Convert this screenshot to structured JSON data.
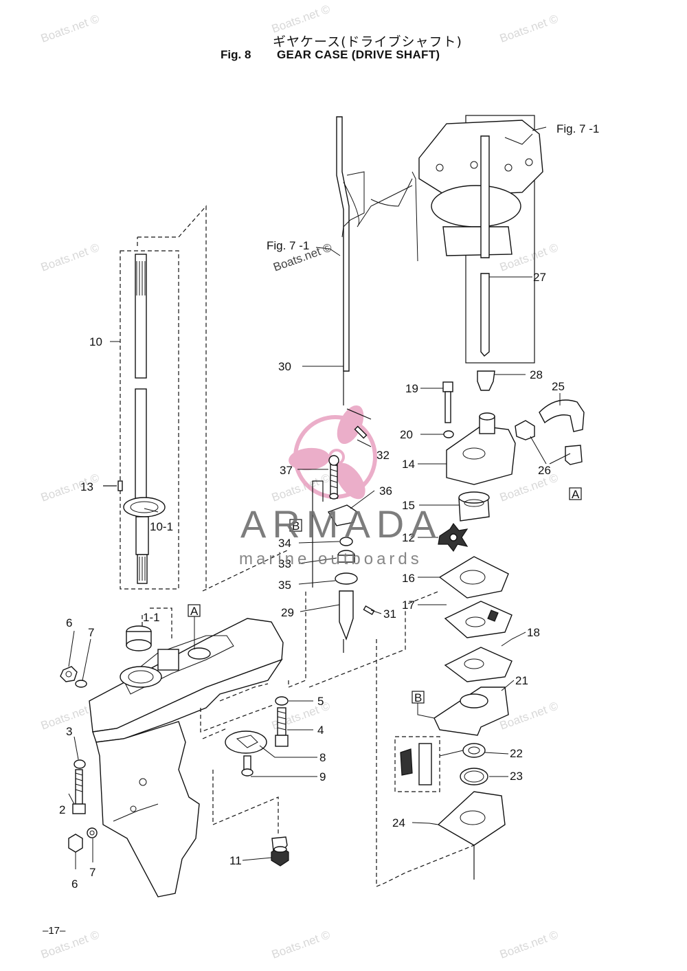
{
  "title": {
    "japanese": "ギヤケース(ドライブシャフト)",
    "fig": "Fig. 8",
    "english": "GEAR CASE (DRIVE SHAFT)"
  },
  "references": {
    "fig7_top": "Fig. 7 -1",
    "fig7_mid": "Fig. 7 -1"
  },
  "watermark": "Boats.net ©",
  "logo": {
    "brand": "ARMADA",
    "tagline": "marine outboards",
    "accent_color": "#e8a0c0"
  },
  "page_number": "–17–",
  "callouts": {
    "c1_1": "1-1",
    "c2": "2",
    "c3": "3",
    "c4": "4",
    "c5": "5",
    "c6a": "6",
    "c6b": "6",
    "c7a": "7",
    "c7b": "7",
    "c8": "8",
    "c9": "9",
    "c10": "10",
    "c10_1": "10-1",
    "c11": "11",
    "c12": "12",
    "c13": "13",
    "c14": "14",
    "c15": "15",
    "c16": "16",
    "c17": "17",
    "c18": "18",
    "c19": "19",
    "c20": "20",
    "c21": "21",
    "c22": "22",
    "c23": "23",
    "c24": "24",
    "c25": "25",
    "c26": "26",
    "c27": "27",
    "c28": "28",
    "c29": "29",
    "c30": "30",
    "c31": "31",
    "c32": "32",
    "c33": "33",
    "c34": "34",
    "c35": "35",
    "c36": "36",
    "c37": "37",
    "boxA1": "A",
    "boxA2": "A",
    "boxB1": "B",
    "boxB2": "B"
  }
}
